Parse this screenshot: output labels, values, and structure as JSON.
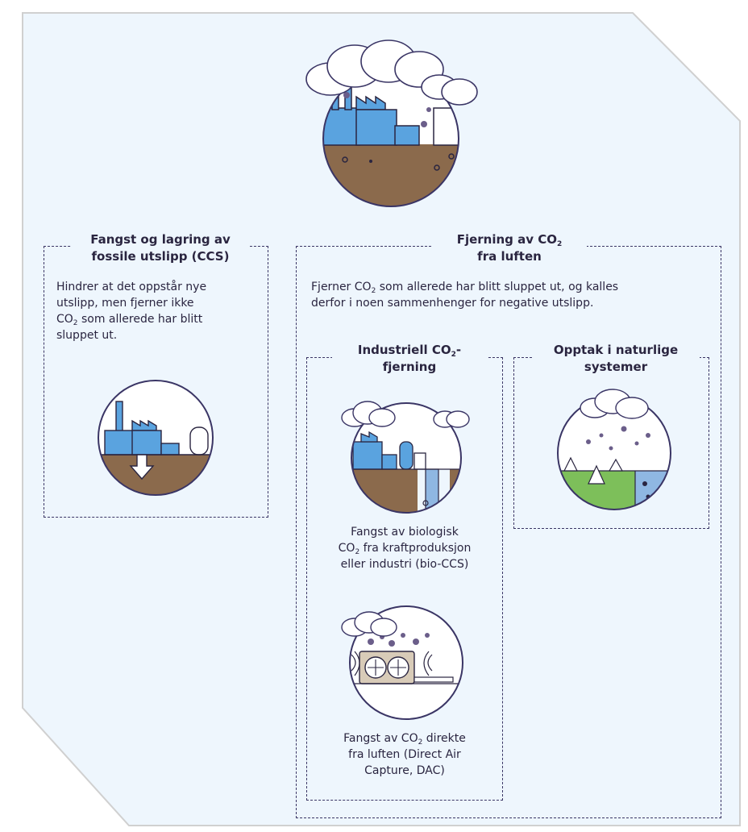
{
  "ccs": {
    "title_line1": "Fangst og lagring av",
    "title_line2": "fossile utslipp (CCS)",
    "desc_line1": "Hindrer at det oppstår nye",
    "desc_line2": "utslipp, men fjerner ikke",
    "desc_line3_pre": "CO",
    "desc_line3_sub": "2",
    "desc_line3_post": " som allerede har blitt",
    "desc_line4": "sluppet ut."
  },
  "removal": {
    "title_line1_pre": "Fjerning av CO",
    "title_line1_sub": "2",
    "title_line2": "fra luften",
    "desc_line1_pre": "Fjerner CO",
    "desc_line1_sub": "2",
    "desc_line1_post": " som allerede har blitt sluppet ut, og kalles",
    "desc_line2": "derfor i noen sammenhenger for negative utslipp."
  },
  "industrial": {
    "title_line1_pre": "Industriell CO",
    "title_line1_sub": "2",
    "title_line1_post": "-",
    "title_line2": "fjerning",
    "bioccs_line1": "Fangst av biologisk",
    "bioccs_line2_pre": "CO",
    "bioccs_line2_sub": "2",
    "bioccs_line2_post": " fra kraftproduksjon",
    "bioccs_line3": "eller industri (bio-CCS)",
    "dac_line1_pre": "Fangst av CO",
    "dac_line1_sub": "2",
    "dac_line1_post": " direkte",
    "dac_line2": "fra luften (Direct Air",
    "dac_line3": "Capture, DAC)"
  },
  "natural": {
    "title_line1": "Opptak i naturlige",
    "title_line2": "systemer"
  },
  "colors": {
    "background": "#eef6fd",
    "border": "#3a3565",
    "soil": "#8b6a4c",
    "factory": "#5aa3df",
    "grass": "#7dbf5a",
    "water": "#8fb7e2"
  }
}
